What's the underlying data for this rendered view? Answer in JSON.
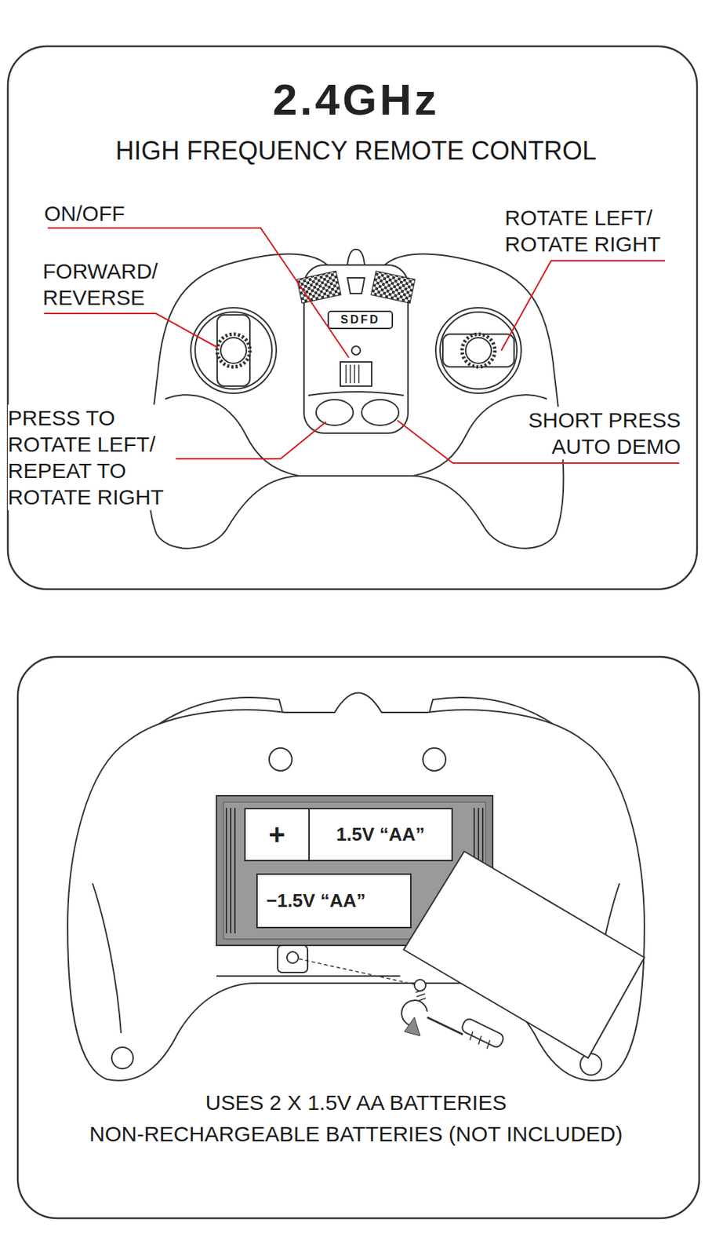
{
  "diagram": {
    "title": "2.4GHz",
    "nodes": [
      {
        "text": [
          "+",
          "1.5V “AA”"
        ]
      },
      {
        "text": [
          "−1.5V “AA”"
        ]
      }
    ],
    "labels": [
      "HIGH FREQUENCY REMOTE CONTROL",
      "ON/OFF",
      "FORWARD/ REVERSE",
      "ROTATE LEFT/ ROTATE RIGHT",
      "PRESS TO ROTATE LEFT/ REPEAT TO ROTATE RIGHT",
      "SHORT PRESS AUTO DEMO",
      "SDFD",
      "USES 2 X 1.5V AA BATTERIES",
      "NON-RECHARGEABLE BATTERIES (NOT INCLUDED)"
    ]
  }
}
